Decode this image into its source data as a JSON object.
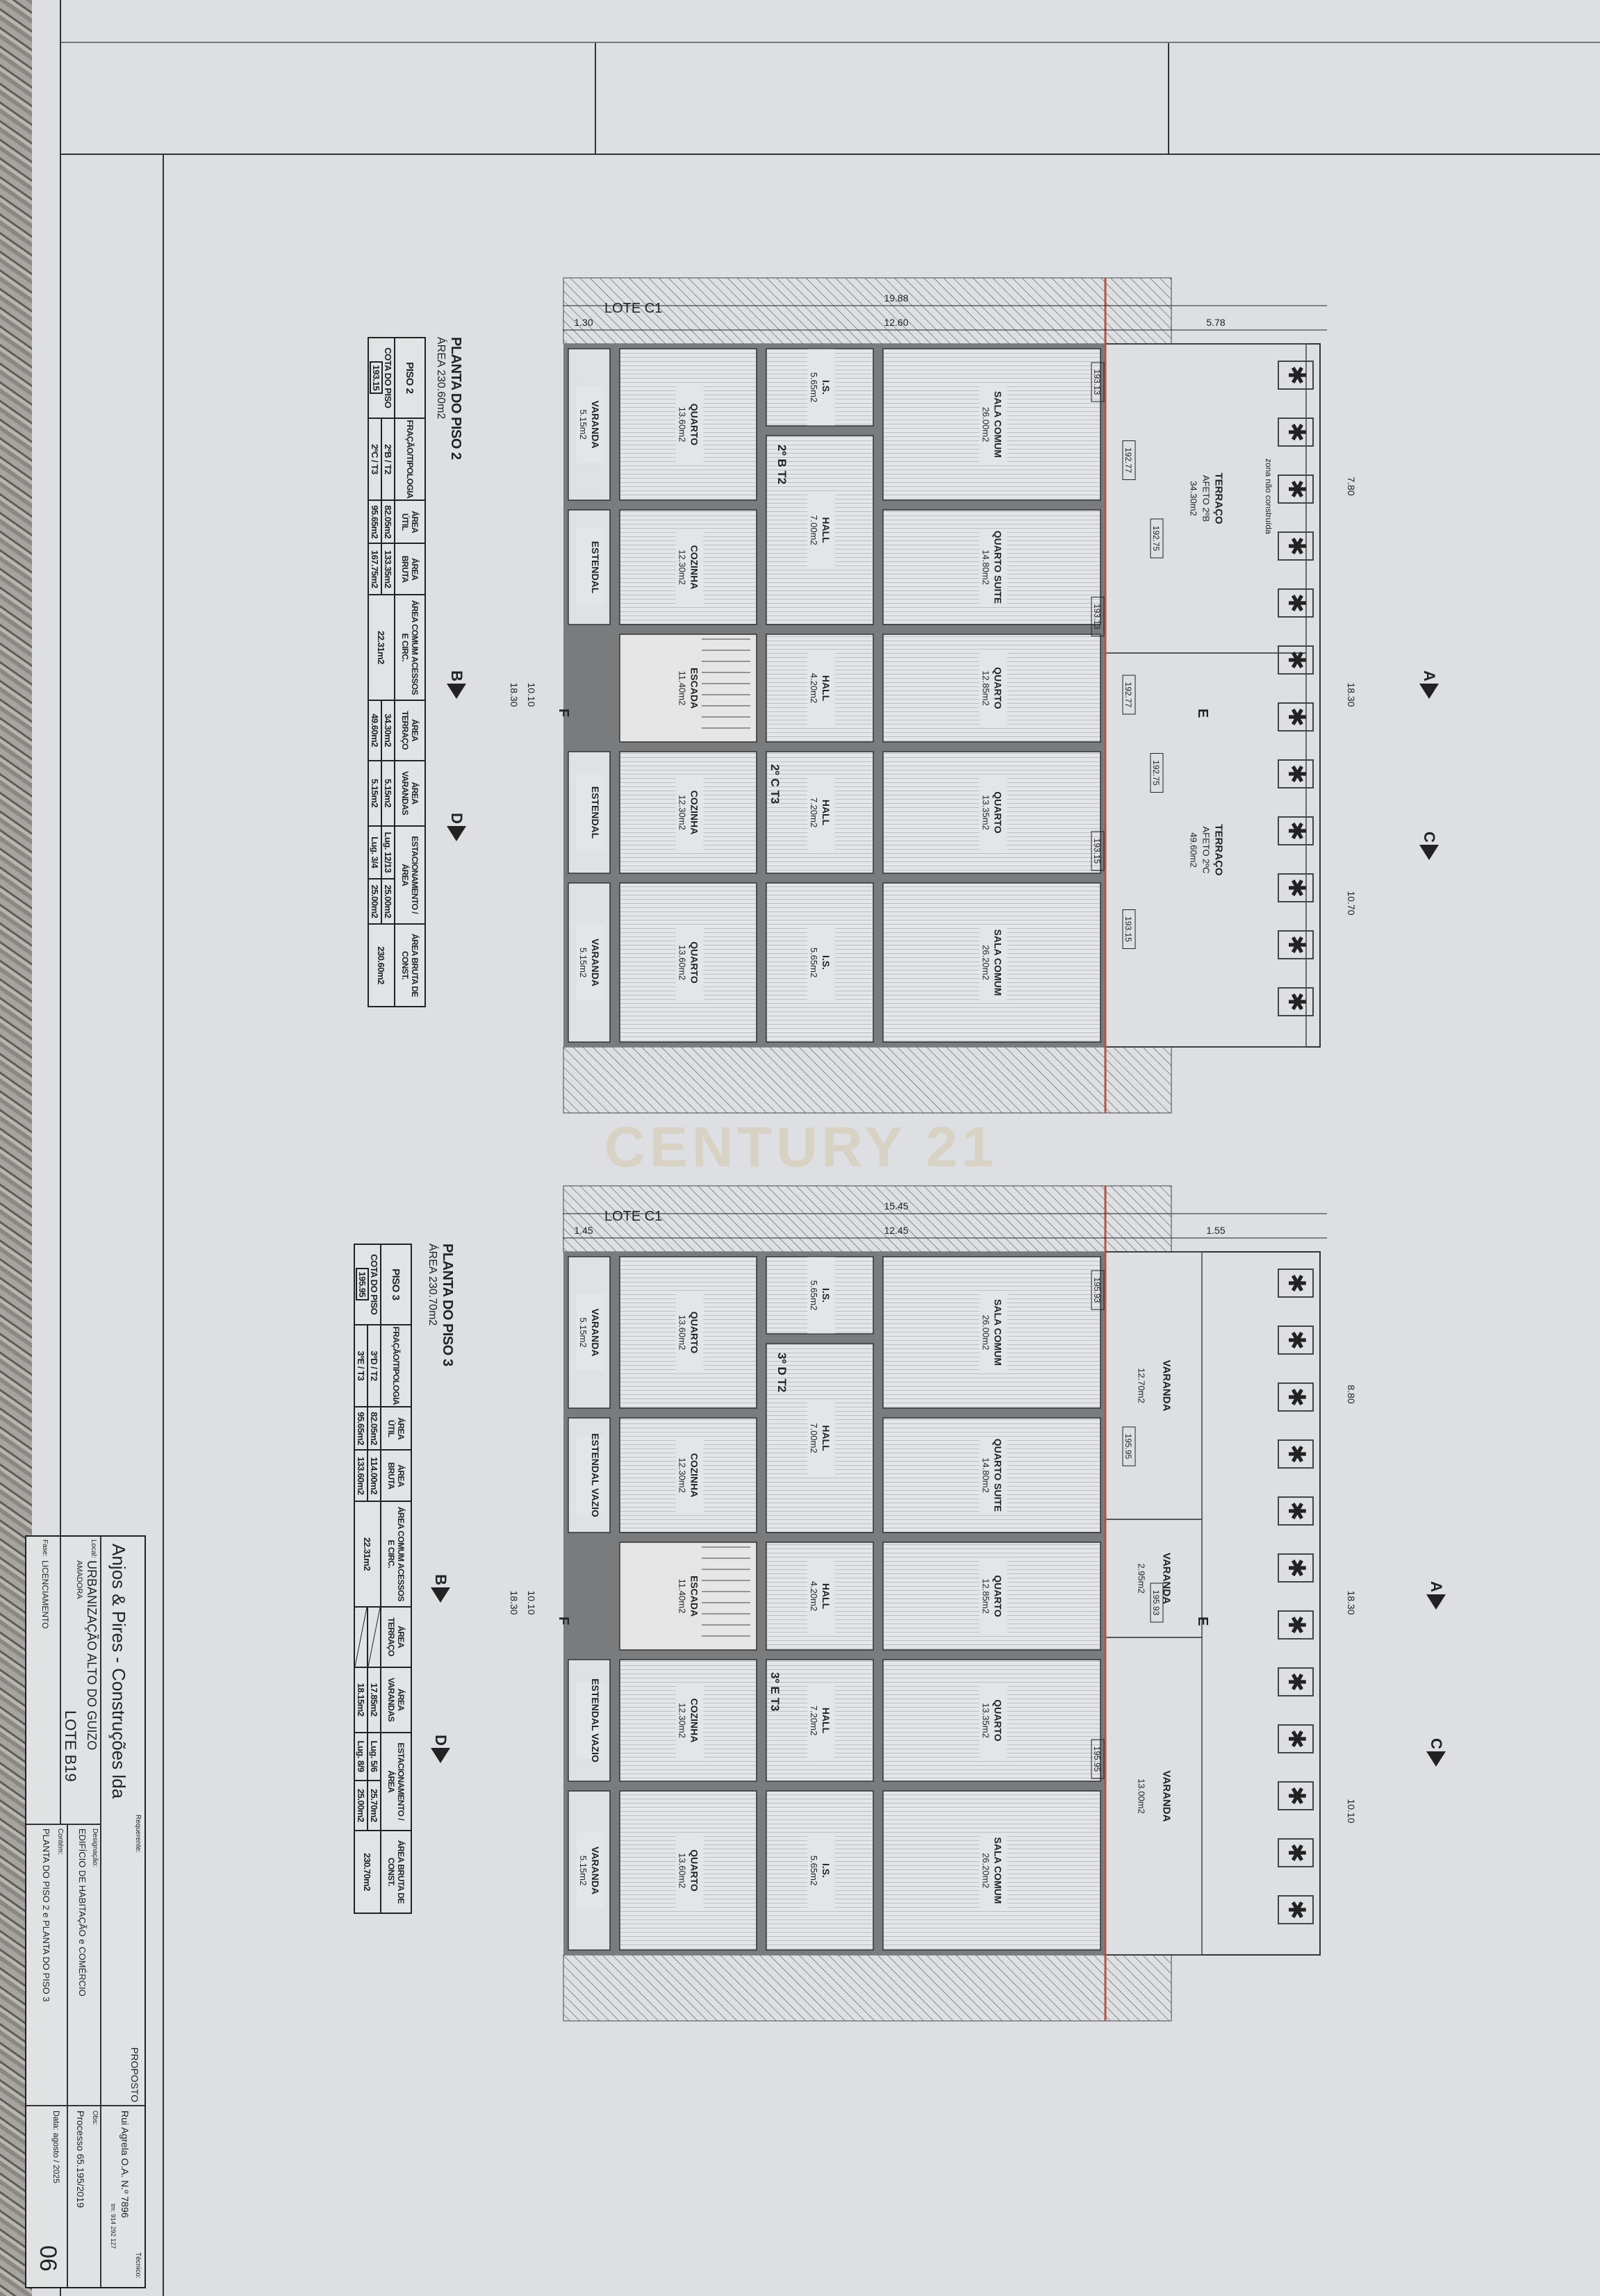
{
  "watermark": "CENTURY 21",
  "colors": {
    "paper": "#dedfe2",
    "wall": "#7a7b7d",
    "boundary": "#b5524a",
    "ink": "#222222"
  },
  "plans": [
    {
      "title": "PLANTA DO PISO 2",
      "area": "ÁREA 230.60m2",
      "lote": "LOTE C1",
      "dims": {
        "total": "19.88",
        "left": "1.30",
        "mid": "12.60",
        "right": "5.78",
        "side_total": "18.30",
        "side_core": "10.10",
        "r_depth": "7.80",
        "r_total": "18.30",
        "r_core": "10.70"
      },
      "units": [
        "2º B T2",
        "2º C T3"
      ],
      "levels": [
        "193.13",
        "192.77",
        "192.75",
        "193.13",
        "192.77",
        "192.75",
        "193.15",
        "193.15"
      ],
      "rooms": [
        {
          "name": "SALA COMUM",
          "area": "26.00m2"
        },
        {
          "name": "QUARTO SUITE",
          "area": "14.80m2"
        },
        {
          "name": "QUARTO",
          "area": "12.85m2"
        },
        {
          "name": "QUARTO",
          "area": "13.35m2"
        },
        {
          "name": "SALA COMUM",
          "area": "26.20m2"
        },
        {
          "name": "I.S.",
          "area": "5.65m2"
        },
        {
          "name": "HALL",
          "area": "7.00m2"
        },
        {
          "name": "HALL",
          "area": "4.20m2"
        },
        {
          "name": "HALL",
          "area": "7.20m2"
        },
        {
          "name": "I.S.",
          "area": "5.65m2"
        },
        {
          "name": "QUARTO",
          "area": "13.60m2"
        },
        {
          "name": "COZINHA",
          "area": "12.30m2"
        },
        {
          "name": "ESCADA",
          "area": "11.40m2"
        },
        {
          "name": "COZINHA",
          "area": "12.30m2"
        },
        {
          "name": "QUARTO",
          "area": "13.60m2"
        },
        {
          "name": "VARANDA",
          "area": "5.15m2"
        },
        {
          "name": "ESTENDAL",
          "area": ""
        },
        {
          "name": "ESTENDAL",
          "area": ""
        },
        {
          "name": "VARANDA",
          "area": "5.15m2"
        }
      ],
      "outdoor": [
        {
          "name": "TERRAÇO",
          "sub": "AFETO 2ºB",
          "area": "34.30m2"
        },
        {
          "name": "TERRAÇO",
          "sub": "AFETO 2ºC",
          "area": "49.60m2"
        }
      ],
      "note": "zona não construída",
      "sections": {
        "b": "B",
        "d": "D",
        "a": "A",
        "c": "C",
        "e": "E",
        "f": "F"
      },
      "table": {
        "piso": "PISO 2",
        "cota_label": "COTA DO PISO",
        "cota": "193.15",
        "headers": [
          "FRAÇÃO/TIPOLOGIA",
          "ÁREA ÚTIL",
          "ÁREA BRUTA",
          "ÁREA COMUM ACESSOS E CIRC.",
          "ÁREA TERRAÇO",
          "ÁREA VARANDAS",
          "ESTACIONAMENTO / ÁREA",
          "ÁREA BRUTA DE CONST."
        ],
        "rows": [
          {
            "fracao": "2ºB / T2",
            "util": "82.05m2",
            "bruta": "133.35m2",
            "terraco": "34.30m2",
            "varandas": "5.15m2",
            "lug": "Lug. 12/13",
            "est_area": "25.00m2"
          },
          {
            "fracao": "2ºC / T3",
            "util": "95.65m2",
            "bruta": "167.75m2",
            "terraco": "49.60m2",
            "varandas": "5.15m2",
            "lug": "Lug. 3/4",
            "est_area": "25.00m2"
          }
        ],
        "comum": "22.31m2",
        "total": "230.60m2"
      }
    },
    {
      "title": "PLANTA DO PISO 3",
      "area": "ÁREA 230.70m2",
      "lote": "LOTE C1",
      "dims": {
        "total": "15.45",
        "left": "1.45",
        "mid": "12.45",
        "right": "1.55",
        "side_total": "18.30",
        "side_core": "10.10",
        "r_depth": "8.80",
        "r_total": "18.30",
        "r_core": "10.10"
      },
      "units": [
        "3º D T2",
        "3º E T3"
      ],
      "levels": [
        "195.93",
        "195.95",
        "195.93",
        "195.95"
      ],
      "rooms": [
        {
          "name": "SALA COMUM",
          "area": "26.00m2"
        },
        {
          "name": "QUARTO SUITE",
          "area": "14.80m2"
        },
        {
          "name": "QUARTO",
          "area": "12.85m2"
        },
        {
          "name": "QUARTO",
          "area": "13.35m2"
        },
        {
          "name": "SALA COMUM",
          "area": "26.20m2"
        },
        {
          "name": "I.S.",
          "area": "5.65m2"
        },
        {
          "name": "HALL",
          "area": "7.00m2"
        },
        {
          "name": "HALL",
          "area": "4.20m2"
        },
        {
          "name": "HALL",
          "area": "7.20m2"
        },
        {
          "name": "I.S.",
          "area": "5.65m2"
        },
        {
          "name": "QUARTO",
          "area": "13.60m2"
        },
        {
          "name": "COZINHA",
          "area": "12.30m2"
        },
        {
          "name": "ESCADA",
          "area": "11.40m2"
        },
        {
          "name": "COZINHA",
          "area": "12.30m2"
        },
        {
          "name": "QUARTO",
          "area": "13.60m2"
        },
        {
          "name": "VARANDA",
          "area": "5.15m2"
        },
        {
          "name": "ESTENDAL VAZIO",
          "area": ""
        },
        {
          "name": "ESTENDAL VAZIO",
          "area": ""
        },
        {
          "name": "VARANDA",
          "area": "5.15m2"
        }
      ],
      "outdoor": [
        {
          "name": "VARANDA",
          "sub": "",
          "area": "12.70m2"
        },
        {
          "name": "VARANDA",
          "sub": "",
          "area": "2.95m2"
        },
        {
          "name": "VARANDA",
          "sub": "",
          "area": "13.00m2"
        }
      ],
      "note": "",
      "sections": {
        "b": "B",
        "d": "D",
        "a": "A",
        "c": "C",
        "e": "E",
        "f": "F"
      },
      "table": {
        "piso": "PISO 3",
        "cota_label": "COTA DO PISO",
        "cota": "195.95",
        "headers": [
          "FRAÇÃO/TIPOLOGIA",
          "ÁREA ÚTIL",
          "ÁREA BRUTA",
          "ÁREA COMUM ACESSOS E CIRC.",
          "ÁREA TERRAÇO",
          "ÁREA VARANDAS",
          "ESTACIONAMENTO / ÁREA",
          "ÁREA BRUTA DE CONST."
        ],
        "rows": [
          {
            "fracao": "3ºD / T2",
            "util": "82.05m2",
            "bruta": "114.00m2",
            "terraco": "",
            "varandas": "17.85m2",
            "lug": "Lug. 5/6",
            "est_area": "25.70m2"
          },
          {
            "fracao": "3ºE / T3",
            "util": "95.65m2",
            "bruta": "133.60m2",
            "terraco": "",
            "varandas": "18.15m2",
            "lug": "Lug. 8/9",
            "est_area": "25.00m2"
          }
        ],
        "comum": "22.31m2",
        "total": "230.70m2"
      }
    }
  ],
  "title_block": {
    "requerente_label": "Requerente:",
    "requerente": "Anjos & Pires - Construções lda",
    "status": "PROPOSTO",
    "local_label": "Local:",
    "local": "URBANIZAÇÃO ALTO DO GUIZO",
    "local_city": "AMADORA",
    "lote": "LOTE B19",
    "designacao_label": "Designação:",
    "designacao": "EDIFÍCIO DE HABITAÇÃO e COMÉRCIO",
    "fase_label": "Fase:",
    "fase": "LICENCIAMENTO",
    "conteudo_label": "Contém:",
    "conteudo": "PLANTA DO PISO 2 e PLANTA DO PISO 3",
    "tecnico_label": "Técnico:",
    "tecnico": "Rui Agrela   O.A. N.º 7896",
    "tecnico_tm": "tm: 914 292 127",
    "obs_label": "Obs:",
    "processo": "Processo 65.195/2019",
    "data": "Data: agosto / 2025",
    "folha": "06"
  }
}
